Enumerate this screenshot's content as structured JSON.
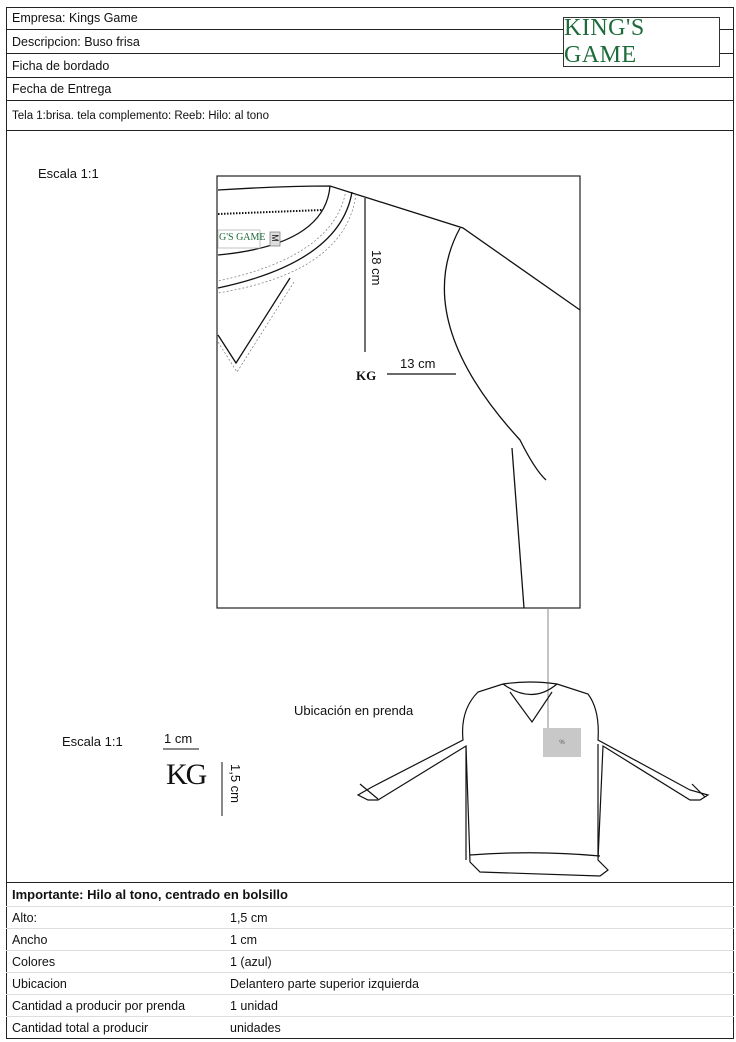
{
  "header": {
    "empresa": "Empresa: Kings Game",
    "descripcion": "Descripcion:  Buso frisa",
    "ficha": "Ficha de bordado",
    "fecha": "Fecha de Entrega",
    "tela": "Tela 1:brisa. tela complemento: Reeb: Hilo: al tono",
    "logo_text": "KING'S GAME"
  },
  "detail": {
    "scale_label": "Escala 1:1",
    "vertical_measure": "18 cm",
    "horizontal_measure": "13 cm",
    "mark": "KG",
    "label_brand": "G'S GAME",
    "label_size": "M"
  },
  "logo_spec": {
    "scale_label": "Escala 1:1",
    "width_label": "1 cm",
    "height_label": "1,5 cm",
    "mark": "KG"
  },
  "placement": {
    "label": "Ubicación en prenda",
    "box_mark": "%"
  },
  "table": {
    "title": "Importante: Hilo al tono, centrado en bolsillo",
    "rows": [
      {
        "key": "Alto:",
        "value": "1,5 cm"
      },
      {
        "key": "Ancho",
        "value": "1 cm"
      },
      {
        "key": "Colores",
        "value": "1 (azul)"
      },
      {
        "key": "Ubicacion",
        "value": "Delantero parte superior izquierda"
      },
      {
        "key": "Cantidad a producir por prenda",
        "value": "1 unidad"
      },
      {
        "key": "Cantidad total a producir",
        "value": "unidades"
      }
    ]
  },
  "colors": {
    "brand_green": "#1d6b3a",
    "placement_box": "#c8c8c8"
  }
}
